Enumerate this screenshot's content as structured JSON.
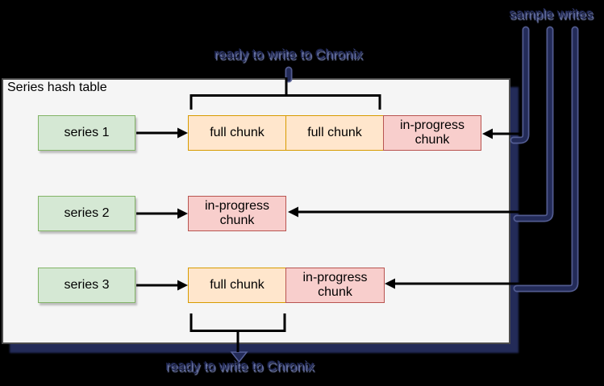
{
  "panel": {
    "title": "Series hash table"
  },
  "labels": {
    "sample_writes": "sample writes",
    "ready_top": "ready to write to Chronix",
    "ready_bottom": "ready to write to Chronix"
  },
  "rows": [
    {
      "series": "series 1",
      "chunks": [
        {
          "label": "full chunk",
          "kind": "full"
        },
        {
          "label": "full chunk",
          "kind": "full"
        },
        {
          "label": "in-progress chunk",
          "kind": "in-progress"
        }
      ]
    },
    {
      "series": "series 2",
      "chunks": [
        {
          "label": "in-progress chunk",
          "kind": "in-progress"
        }
      ]
    },
    {
      "series": "series 3",
      "chunks": [
        {
          "label": "full chunk",
          "kind": "full"
        },
        {
          "label": "in-progress chunk",
          "kind": "in-progress"
        }
      ]
    }
  ],
  "colors": {
    "bg": "#000000",
    "ink": "#000000",
    "panel-fill": "#f5f5f5",
    "panel-border": "#4d4d4d",
    "green-fill": "#d5e8d4",
    "green-border": "#82b366",
    "orange-fill": "#ffe6cc",
    "orange-border": "#d79b00",
    "red-fill": "#f8cecc",
    "red-border": "#b85450",
    "shadow-core": "#232b58",
    "shadow-halo": "#566097",
    "ghost-ink": "#1c234a",
    "ghost-glow": "#7580b2"
  }
}
